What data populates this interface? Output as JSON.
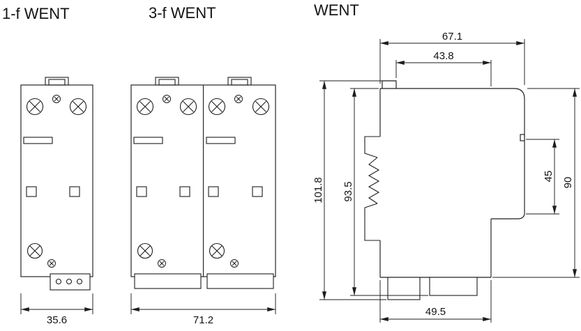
{
  "page": {
    "background_color": "#ffffff",
    "line_color": "#1d1d1d",
    "text_color": "#141414"
  },
  "views": {
    "front_1f": {
      "title": "1-f WENT",
      "dim_width": "35.6"
    },
    "front_3f": {
      "title": "3-f WENT",
      "dim_width": "71.2"
    },
    "side": {
      "title": "WENT",
      "dim_total_depth": "67.1",
      "dim_top_depth": "43.8",
      "dim_total_height": "101.8",
      "dim_left_height": "93.5",
      "dim_front_height": "45",
      "dim_right_height": "90",
      "dim_bottom_depth": "49.5"
    }
  }
}
